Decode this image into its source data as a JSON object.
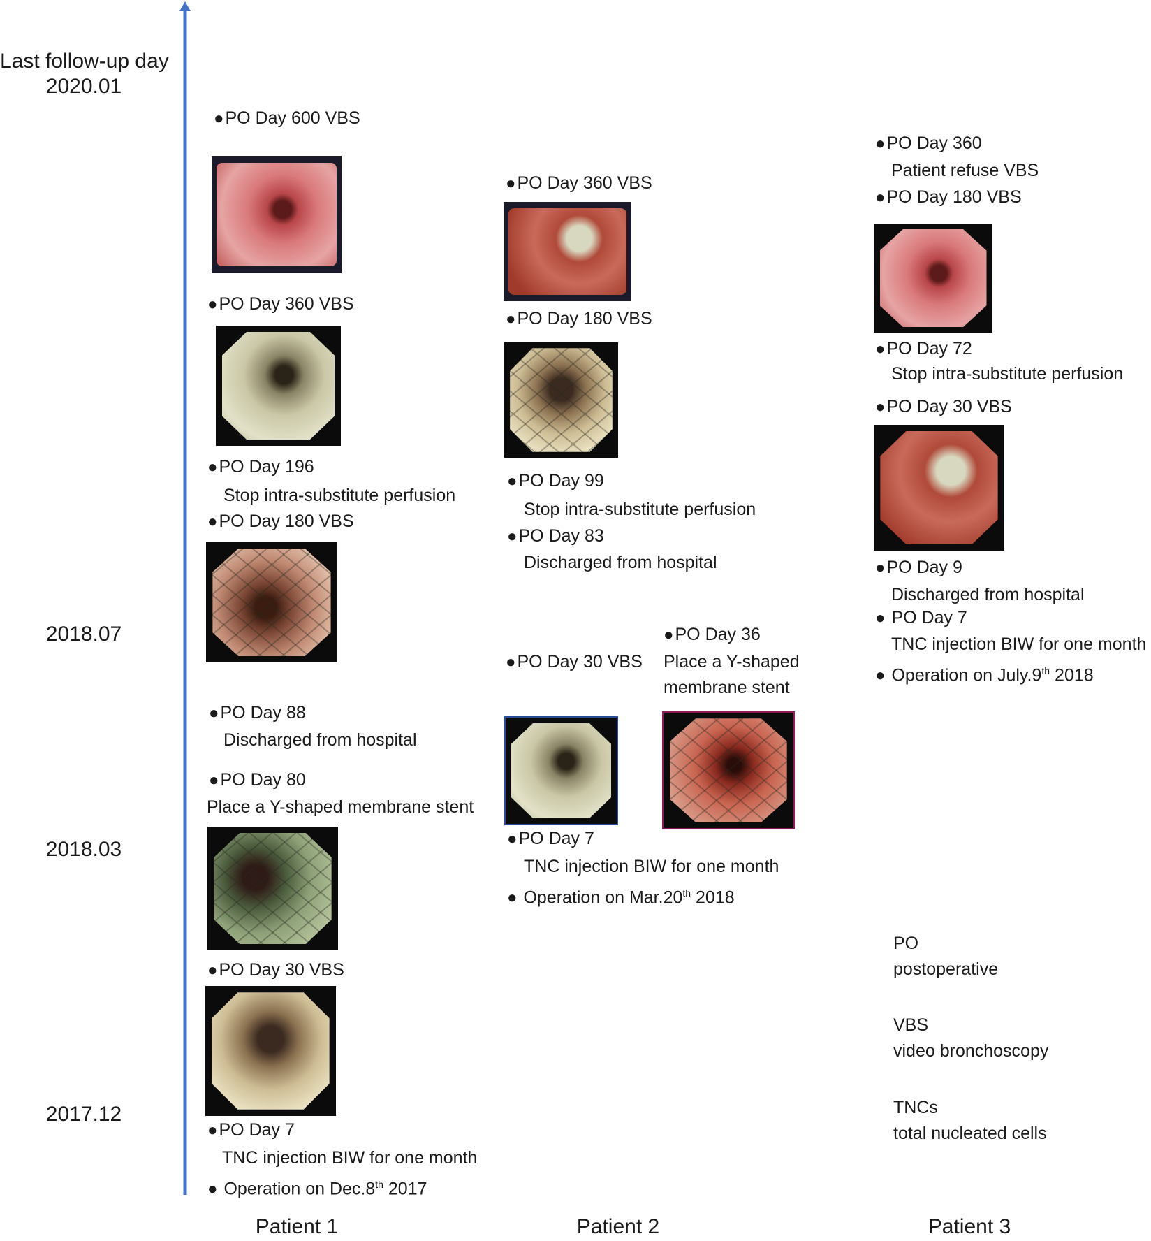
{
  "axis": {
    "top_label_line1": "Last follow-up day",
    "top_label_line2": "2020.01",
    "ticks": [
      "2018.07",
      "2018.03",
      "2017.12"
    ],
    "color": "#4472c4"
  },
  "patients": {
    "p1": {
      "name": "Patient 1",
      "d600": "PO Day 600 VBS",
      "d360": "PO Day 360 VBS",
      "d196": "PO Day 196",
      "d196_note": "Stop intra-substitute perfusion",
      "d180": "PO Day 180 VBS",
      "d88": "PO Day 88",
      "d88_note": "Discharged from hospital",
      "d80": "PO Day 80",
      "d80_note": "Place a Y-shaped membrane stent",
      "d30": "PO Day 30 VBS",
      "d7": "PO Day 7",
      "d7_note": "TNC injection BIW for one month",
      "op_prefix": "Operation on Dec.8",
      "op_sup": "th",
      "op_suffix": " 2017"
    },
    "p2": {
      "name": "Patient 2",
      "d360": "PO Day 360 VBS",
      "d180": "PO Day 180 VBS",
      "d99": "PO Day 99",
      "d99_note": "Stop intra-substitute perfusion",
      "d83": "PO Day 83",
      "d83_note": "Discharged from hospital",
      "d36": "PO Day 36",
      "d36_note1": "Place a Y-shaped",
      "d36_note2": "membrane stent",
      "d30": "PO Day 30 VBS",
      "d7": "PO Day 7",
      "d7_note": "TNC injection BIW for one month",
      "op_prefix": "Operation on Mar.20",
      "op_sup": "th",
      "op_suffix": " 2018"
    },
    "p3": {
      "name": "Patient 3",
      "d360": "PO Day 360",
      "d360_note": "Patient refuse VBS",
      "d180": "PO Day 180 VBS",
      "d72": "PO Day 72",
      "d72_note": "Stop intra-substitute perfusion",
      "d30": "PO Day 30 VBS",
      "d9": "PO Day 9",
      "d9_note": "Discharged from hospital",
      "d7": " PO Day 7",
      "d7_note": "TNC injection BIW for one month",
      "op_prefix": "Operation on July.9",
      "op_sup": "th",
      "op_suffix": " 2018"
    }
  },
  "legend": {
    "po": "PO",
    "po_def": "postoperative",
    "vbs": "VBS",
    "vbs_def": "video bronchoscopy",
    "tnc": "TNCs",
    "tnc_def": "total nucleated cells"
  }
}
